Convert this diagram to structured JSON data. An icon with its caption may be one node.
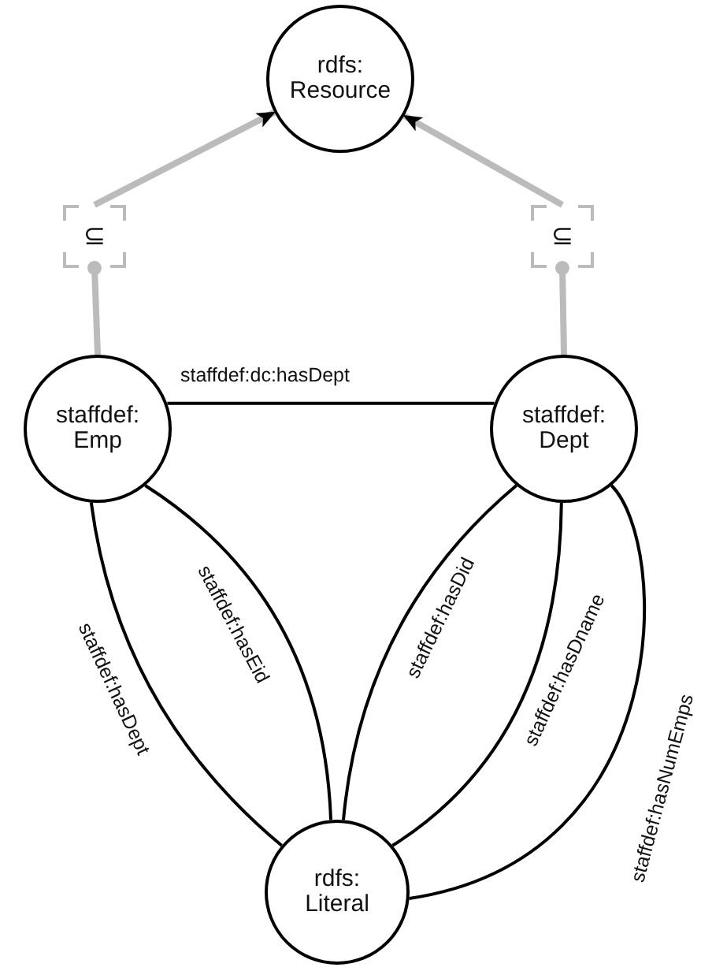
{
  "diagram": {
    "nodes": [
      {
        "text": [
          "rdfs: Resource"
        ]
      },
      {
        "text": [
          "⊆"
        ]
      },
      {
        "text": [
          "⊆"
        ]
      },
      {
        "text": [
          "staffdef: Emp"
        ]
      },
      {
        "text": [
          "staffdef: Dept"
        ]
      },
      {
        "text": [
          "rdfs: Literal"
        ]
      }
    ],
    "edges": [
      {
        "from": 3,
        "to": 1,
        "arrow": "other",
        "style": "thick",
        "color": "#bbbbbb"
      },
      {
        "from": 1,
        "to": 0,
        "arrow": "to",
        "style": "thick",
        "color": "#bbbbbb"
      },
      {
        "from": 4,
        "to": 2,
        "arrow": "other",
        "style": "thick",
        "color": "#bbbbbb"
      },
      {
        "from": 2,
        "to": 0,
        "arrow": "to",
        "style": "thick",
        "color": "#bbbbbb"
      },
      {
        "from": 3,
        "to": 4,
        "arrow": "none",
        "label": "staffdef:dc:hasDept"
      },
      {
        "from": 3,
        "to": 5,
        "arrow": "none",
        "label": "staffdef:hasDept"
      },
      {
        "from": 3,
        "to": 5,
        "arrow": "none",
        "label": "staffdef:hasEid"
      },
      {
        "from": 4,
        "to": 5,
        "arrow": "none",
        "label": "staffdef:hasDid"
      },
      {
        "from": 4,
        "to": 5,
        "arrow": "none",
        "label": "staffdef:hasDname"
      },
      {
        "from": 4,
        "to": 5,
        "arrow": "none",
        "label": "staffdef:hasNumEmps"
      }
    ]
  }
}
